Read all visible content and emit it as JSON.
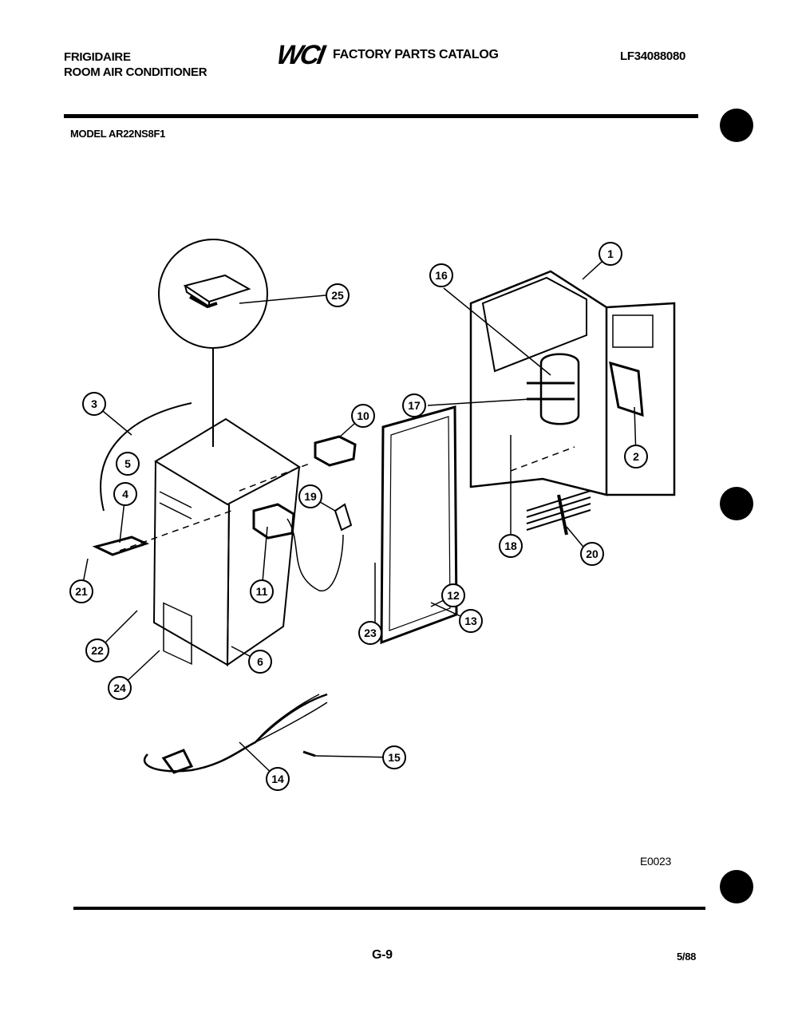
{
  "header": {
    "brand_line1": "FRIGIDAIRE",
    "brand_line2": "ROOM AIR CONDITIONER",
    "logo": "WCI",
    "catalog_title": "FACTORY PARTS CATALOG",
    "catalog_code": "LF34088080",
    "model": "MODEL AR22NS8F1"
  },
  "diagram": {
    "callouts": [
      "1",
      "16",
      "25",
      "3",
      "10",
      "17",
      "5",
      "4",
      "19",
      "2",
      "18",
      "20",
      "21",
      "11",
      "12",
      "13",
      "23",
      "22",
      "6",
      "24",
      "14",
      "15"
    ],
    "reference": "E0023"
  },
  "footer": {
    "page": "G-9",
    "date": "5/88"
  }
}
